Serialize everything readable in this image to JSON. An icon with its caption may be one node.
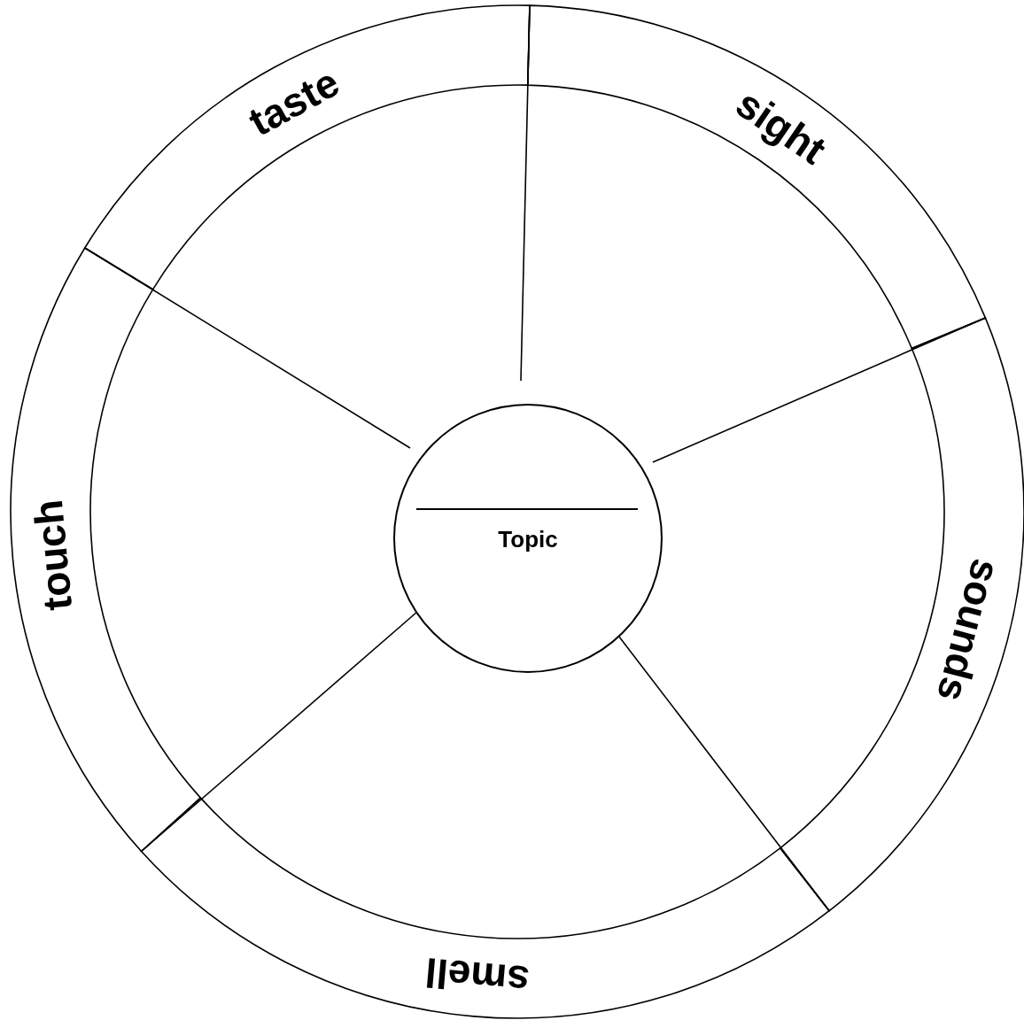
{
  "diagram": {
    "nodes": [
      {
        "text": [
          "taste"
        ]
      },
      {
        "text": [
          "sight"
        ]
      },
      {
        "text": [
          "sounds"
        ]
      },
      {
        "text": [
          "smell"
        ]
      },
      {
        "text": [
          "touch"
        ]
      },
      {
        "text": [
          "Topic"
        ]
      }
    ]
  }
}
